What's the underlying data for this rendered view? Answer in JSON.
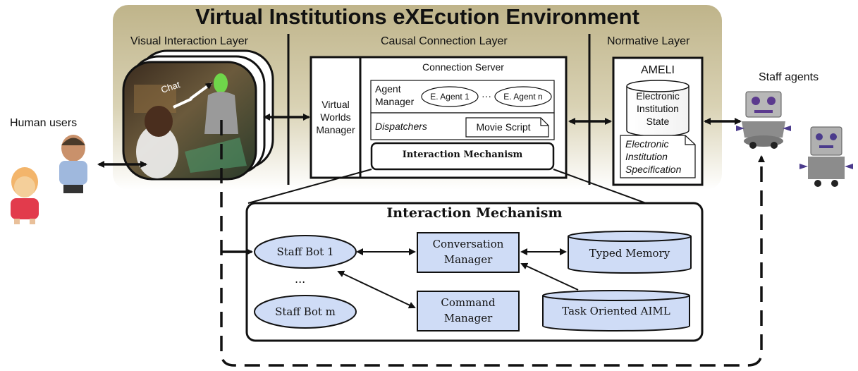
{
  "title": "Virtual Institutions eXEcution Environment",
  "layers": {
    "visual": "Visual Interaction Layer",
    "causal": "Causal Connection Layer",
    "normative": "Normative Layer"
  },
  "left": {
    "human_users": "Human users",
    "chat": "Chat"
  },
  "causal": {
    "vwm": [
      "Virtual",
      "Worlds",
      "Manager"
    ],
    "connection_server": "Connection Server",
    "agent_manager": [
      "Agent",
      "Manager"
    ],
    "e_agent_1": "E. Agent 1",
    "dots": "···",
    "e_agent_n": "E. Agent n",
    "dispatchers": "Dispatchers",
    "movie_script": "Movie Script",
    "interaction_mechanism": "Interaction Mechanism"
  },
  "normative": {
    "ameli": "AMELI",
    "ei_state": [
      "Electronic",
      "Institution",
      "State"
    ],
    "ei_spec": [
      "Electronic",
      "Institution",
      "Specification"
    ]
  },
  "right": {
    "staff_agents": "Staff agents"
  },
  "mechanism": {
    "title": "Interaction Mechanism",
    "staff_bot_1": "Staff Bot 1",
    "ellipsis": "...",
    "staff_bot_m": "Staff Bot m",
    "conversation_manager": [
      "Conversation",
      "Manager"
    ],
    "command_manager": [
      "Command",
      "Manager"
    ],
    "typed_memory": "Typed Memory",
    "task_aiml": "Task Oriented AIML"
  },
  "colors": {
    "banner_top": "#bfb48a",
    "banner_bottom": "#ffffff",
    "node_fill": "#cfdcf6",
    "ink": "#111111"
  }
}
